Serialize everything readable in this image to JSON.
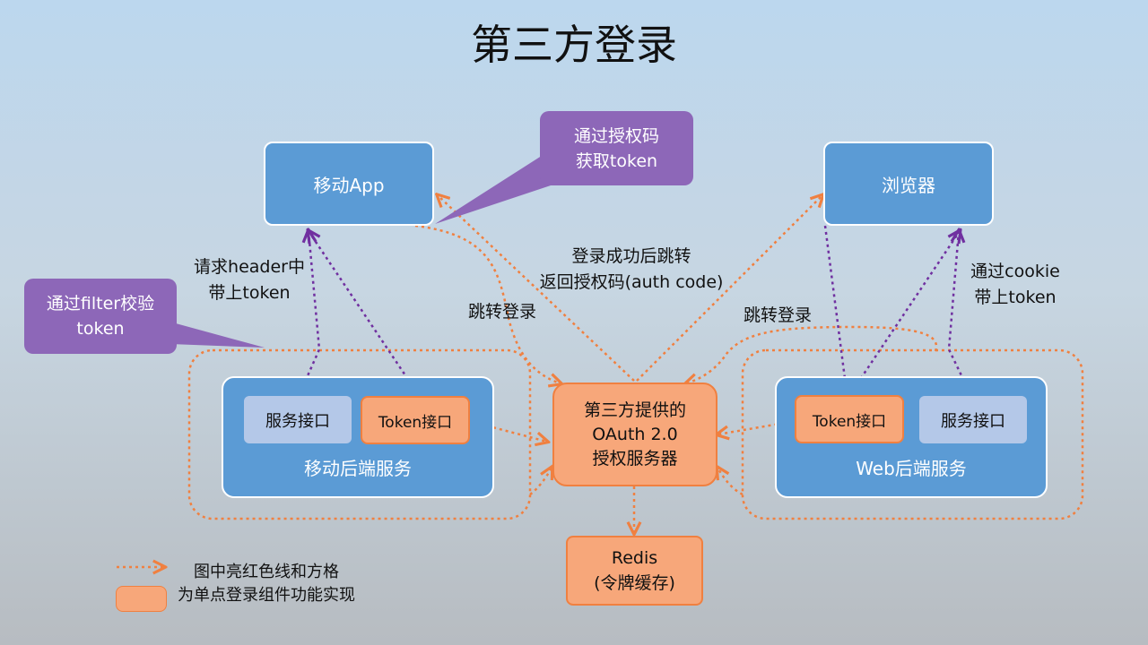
{
  "title": "第三方登录",
  "nodes": {
    "mobile_app": "移动App",
    "browser": "浏览器",
    "oauth_server": [
      "第三方提供的",
      "OAuth 2.0",
      "授权服务器"
    ],
    "redis": [
      "Redis",
      "(令牌缓存)"
    ],
    "mobile_backend": {
      "label": "移动后端服务",
      "service_api": "服务接口",
      "token_api": "Token接口"
    },
    "web_backend": {
      "label": "Web后端服务",
      "token_api": "Token接口",
      "service_api": "服务接口"
    }
  },
  "callouts": {
    "auth_code": [
      "通过授权码",
      "获取token"
    ],
    "filter": [
      "通过filter校验",
      "token"
    ]
  },
  "edge_labels": {
    "header_token": [
      "请求header中",
      "带上token"
    ],
    "cookie_token": [
      "通过cookie",
      "带上token"
    ],
    "login_success": [
      "登录成功后跳转",
      "返回授权码(auth code)"
    ],
    "redirect_left": "跳转登录",
    "redirect_right": "跳转登录"
  },
  "legend": {
    "line1": "图中亮红色线和方格",
    "line2": "为单点登录组件功能实现"
  },
  "colors": {
    "orange": "#f08040",
    "purple": "#7030a0",
    "blue_box": "#5b9bd5",
    "callout_purple": "#8d67b8",
    "orange_fill": "#f7a77a"
  }
}
